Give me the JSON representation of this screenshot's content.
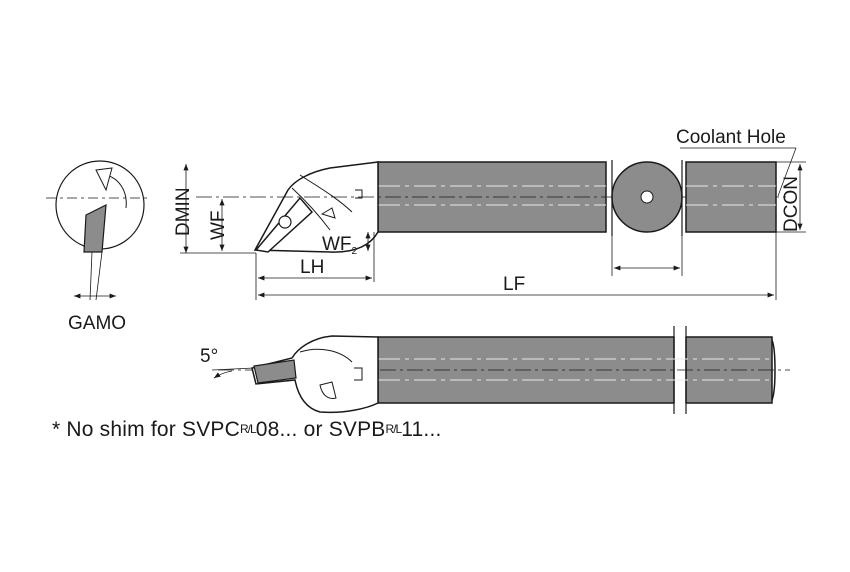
{
  "labels": {
    "coolant_hole": "Coolant Hole",
    "dmin": "DMIN",
    "wf": "WF",
    "wf2": "WF",
    "wf2_sub": "2",
    "lh": "LH",
    "lf": "LF",
    "dcon": "DCON",
    "gamo": "GAMO",
    "angle": "5°"
  },
  "note": {
    "prefix": "* No shim for SVPC",
    "frac1": "R/L",
    "mid": "08... or SVPB",
    "frac2": "R/L",
    "suffix": "11..."
  },
  "colors": {
    "shank_fill": "#8c8c8c",
    "shank_fill_light": "#b5b5b5",
    "line": "#1a1a1a"
  }
}
